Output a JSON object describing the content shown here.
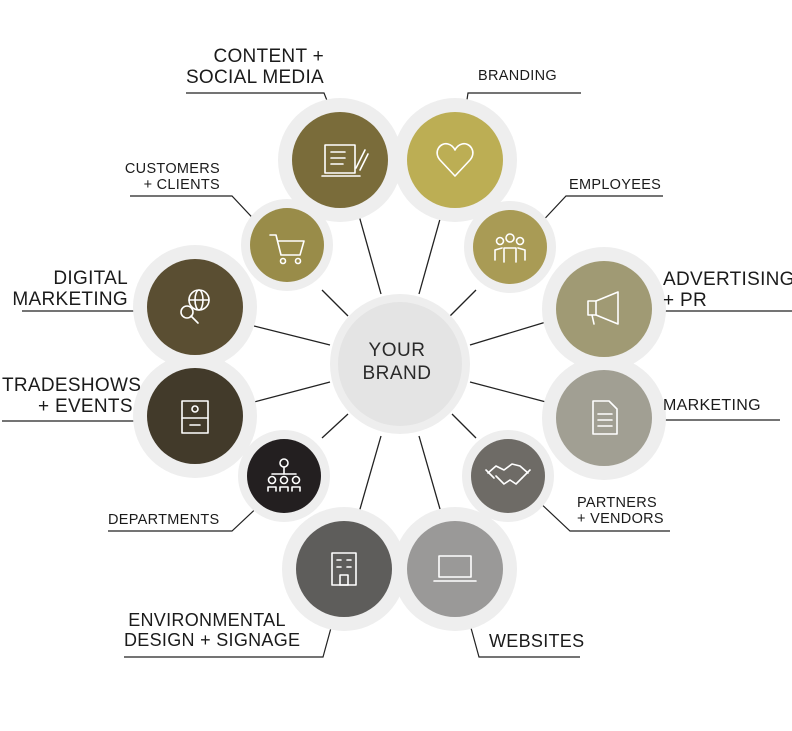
{
  "center": {
    "line1": "YOUR",
    "line2": "BRAND"
  },
  "nodes": {
    "content_social": {
      "line1": "CONTENT +",
      "line2": "SOCIAL MEDIA",
      "icon": "newspaper-edit-icon",
      "color": "#7a6c3a"
    },
    "branding": {
      "line1": "BRANDING",
      "icon": "heart-icon",
      "color": "#bcae54"
    },
    "employees": {
      "line1": "EMPLOYEES",
      "icon": "people-group-icon",
      "color": "#a99b55"
    },
    "advertising_pr": {
      "line1": "ADVERTISING",
      "line2": "+ PR",
      "icon": "megaphone-icon",
      "color": "#a09a74"
    },
    "marketing": {
      "line1": "MARKETING",
      "icon": "document-icon",
      "color": "#a19f93"
    },
    "partners_vendors": {
      "line1": "PARTNERS",
      "line2": "+ VENDORS",
      "icon": "handshake-icon",
      "color": "#6e6b66"
    },
    "websites": {
      "line1": "WEBSITES",
      "icon": "laptop-icon",
      "color": "#9a9998"
    },
    "environmental_signage": {
      "line1": "ENVIRONMENTAL",
      "line2": "DESIGN + SIGNAGE",
      "icon": "building-icon",
      "color": "#5e5d5b"
    },
    "departments": {
      "line1": "DEPARTMENTS",
      "icon": "org-chart-icon",
      "color": "#231f20"
    },
    "tradeshows_events": {
      "line1": "TRADESHOWS",
      "line2": "+  EVENTS",
      "icon": "booth-icon",
      "color": "#423a2a"
    },
    "digital_marketing": {
      "line1": "DIGITAL",
      "line2": "MARKETING",
      "icon": "globe-search-icon",
      "color": "#5a4e32"
    },
    "customers_clients": {
      "line1": "CUSTOMERS",
      "line2": "+ CLIENTS",
      "icon": "shopping-cart-icon",
      "color": "#998c49"
    }
  },
  "colors": {
    "ring": "#eeeeee",
    "center_fill": "#e4e4e4",
    "line": "#222222",
    "icon_stroke": "#ffffff"
  }
}
